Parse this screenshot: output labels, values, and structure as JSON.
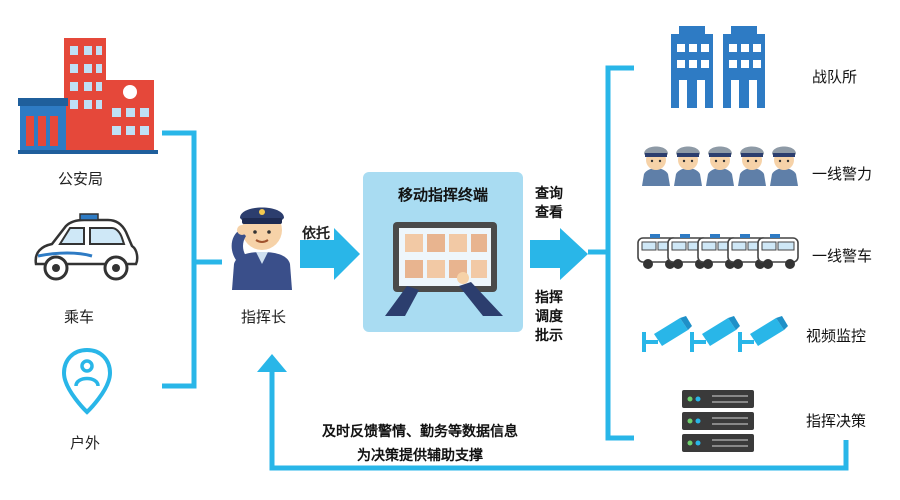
{
  "sources": [
    {
      "label": "公安局",
      "icon": "police-station-icon"
    },
    {
      "label": "乘车",
      "icon": "police-car-icon"
    },
    {
      "label": "户外",
      "icon": "location-pin-icon"
    }
  ],
  "commander": {
    "label": "指挥长",
    "icon": "police-officer-icon"
  },
  "arrow_rely": "依托",
  "terminal": {
    "title": "移动指挥终端",
    "icon": "tablet-video-grid-icon"
  },
  "actions": {
    "query": "查询\n查看",
    "command": "指挥\n调度\n批示"
  },
  "targets": [
    {
      "label": "战队所",
      "icon": "buildings-icon"
    },
    {
      "label": "一线警力",
      "icon": "police-officers-icon"
    },
    {
      "label": "一线警车",
      "icon": "police-cars-icon"
    },
    {
      "label": "视频监控",
      "icon": "cctv-cameras-icon"
    },
    {
      "label": "指挥决策",
      "icon": "server-rack-icon"
    }
  ],
  "feedback": {
    "line1": "及时反馈警情、勤务等数据信息",
    "line2": "为决策提供辅助支撑"
  },
  "colors": {
    "accent": "#29b6e8",
    "panel": "#a9dcf2",
    "building_blue": "#2e7bc4",
    "station_red": "#e5483a"
  }
}
